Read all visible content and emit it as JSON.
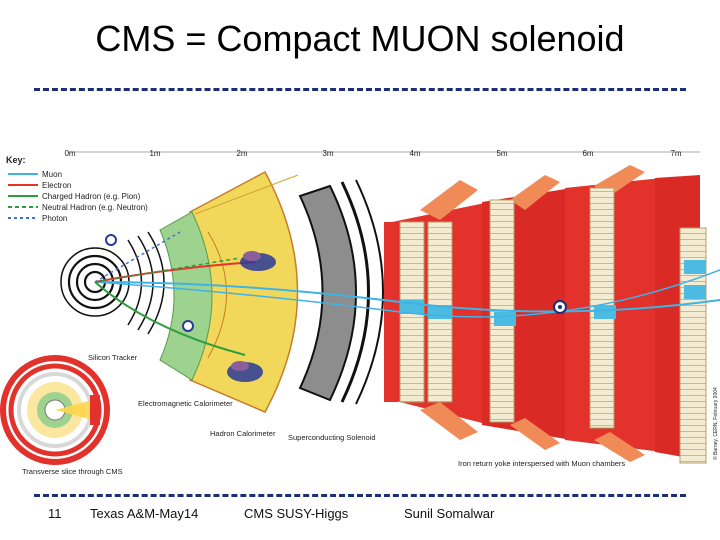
{
  "slide": {
    "title": "CMS = Compact MUON solenoid",
    "footer": {
      "page_number": "11",
      "venue": "Texas A&M-May14",
      "topic": "CMS SUSY-Higgs",
      "author": "Sunil Somalwar"
    }
  },
  "figure": {
    "key_title": "Key:",
    "key": [
      {
        "label": "Muon",
        "color": "#3fb2e6",
        "style": "solid"
      },
      {
        "label": "Electron",
        "color": "#e8332a",
        "style": "solid"
      },
      {
        "label": "Charged Hadron (e.g. Pion)",
        "color": "#2d9e3c",
        "style": "solid"
      },
      {
        "label": "Neutral Hadron (e.g. Neutron)",
        "color": "#2d9e3c",
        "style": "dashed"
      },
      {
        "label": "Photon",
        "color": "#3f6fd8",
        "style": "dashed"
      }
    ],
    "scale_labels": [
      "0m",
      "1m",
      "2m",
      "3m",
      "4m",
      "5m",
      "6m",
      "7m"
    ],
    "detector_labels": {
      "tracker": "Silicon Tracker",
      "ecal": "Electromagnetic Calorimeter",
      "hcal": "Hadron Calorimeter",
      "solenoid": "Superconducting Solenoid",
      "yoke": "Iron return yoke interspersed with Muon chambers",
      "inset": "Transverse slice through CMS"
    },
    "copyright": "© Barney, CERN, February 2004"
  }
}
